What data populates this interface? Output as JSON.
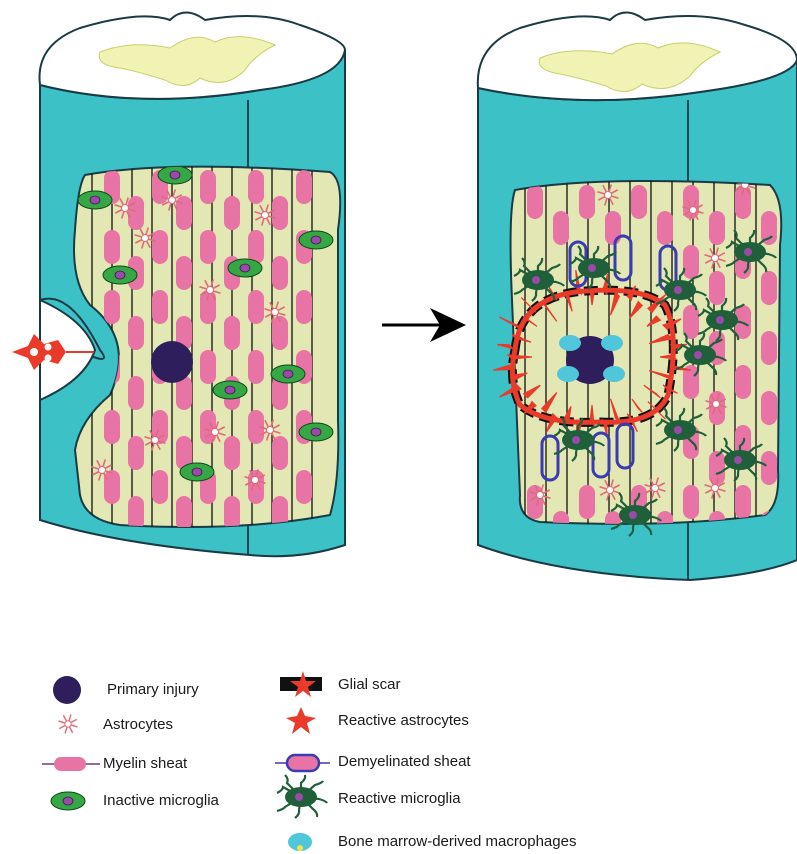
{
  "colors": {
    "tissue_rim": "#3cc1c6",
    "tissue_core": "#e3e7b4",
    "grey_matter": "#f1f3b5",
    "myelin": "#e774a5",
    "primary_injury": "#2e1f5c",
    "microglia_inactive": "#35a845",
    "microglia_reactive": "#1f5f3a",
    "demyelinated_outline": "#3b3bb2",
    "astrocyte_reactive": "#ea3a2a",
    "macrophage": "#4fc6d9",
    "arrow": "#000000"
  },
  "legend": {
    "items": [
      {
        "label": "Primary injury",
        "icon": "primary-injury-icon"
      },
      {
        "label": "Astrocytes",
        "icon": "astrocyte-icon"
      },
      {
        "label": "Myelin sheat",
        "icon": "myelin-sheat-icon"
      },
      {
        "label": "Inactive microglia",
        "icon": "inactive-microglia-icon"
      },
      {
        "label": "Glial scar",
        "icon": "glial-scar-icon"
      },
      {
        "label": "Reactive astrocytes",
        "icon": "reactive-astrocyte-icon"
      },
      {
        "label": "Demyelinated sheat",
        "icon": "demyelinated-sheat-icon"
      },
      {
        "label": "Reactive microglia",
        "icon": "reactive-microglia-icon"
      },
      {
        "label": "Bone marrow-derived macrophages",
        "icon": "macrophage-icon"
      }
    ]
  }
}
